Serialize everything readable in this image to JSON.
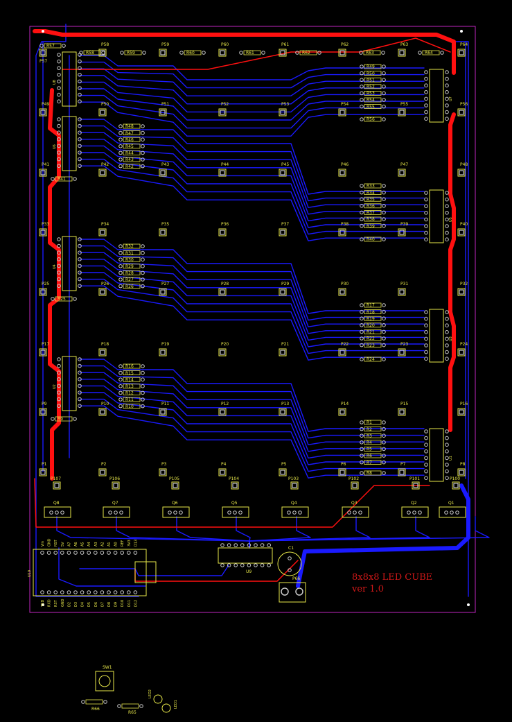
{
  "board": {
    "title_line1": "8x8x8 LED CUBE",
    "title_line2": "ver 1.0",
    "colors": {
      "outline": "#c026c0",
      "top_copper": "#ff1010",
      "bottom_copper": "#1a1aff",
      "silkscreen": "#e8e84a",
      "pad": "#c8c8c8",
      "background": "#000000"
    }
  },
  "headers": {
    "top_row": [
      "P58",
      "P59",
      "P60",
      "P61",
      "P62",
      "P63",
      "P64"
    ],
    "row_49": [
      "P49",
      "P50",
      "P51",
      "P52",
      "P53",
      "P54",
      "P55",
      "P56"
    ],
    "row_41": [
      "P41",
      "P42",
      "P43",
      "P44",
      "P45",
      "P46",
      "P47",
      "P48"
    ],
    "row_33": [
      "P33",
      "P34",
      "P35",
      "P36",
      "P37",
      "P38",
      "P39",
      "P40"
    ],
    "row_25": [
      "P25",
      "P26",
      "P27",
      "P28",
      "P29",
      "P30",
      "P31",
      "P32"
    ],
    "row_17": [
      "P17",
      "P18",
      "P19",
      "P20",
      "P21",
      "P22",
      "P23",
      "P24"
    ],
    "row_9": [
      "P9",
      "P10",
      "P11",
      "P12",
      "P13",
      "P14",
      "P15",
      "P16"
    ],
    "row_1": [
      "P1",
      "P2",
      "P3",
      "P4",
      "P5",
      "P6",
      "P7",
      "P8"
    ],
    "layer_pads": [
      "P107",
      "P106",
      "P105",
      "P104",
      "P103",
      "P102",
      "P101",
      "P100"
    ],
    "p57": "P57",
    "p66": "P66"
  },
  "transistors": [
    "Q8",
    "Q7",
    "Q6",
    "Q5",
    "Q4",
    "Q3",
    "Q2",
    "Q1"
  ],
  "chips": {
    "left": [
      "U8",
      "U6",
      "U4",
      "U2"
    ],
    "right": [
      "U7",
      "U5",
      "U3",
      "U1"
    ],
    "u9": "U9",
    "u10": "U10",
    "c1": "C1"
  },
  "resistors": {
    "top_row": [
      "R58",
      "R59",
      "R60",
      "R61",
      "R62",
      "R63",
      "R64"
    ],
    "r57": "R57",
    "left_49": [
      "R48",
      "R47",
      "R46",
      "R45",
      "R44",
      "R43",
      "R42"
    ],
    "r41": "R41",
    "left_33": [
      "R32",
      "R31",
      "R30",
      "R29",
      "R28",
      "R27",
      "R26"
    ],
    "r25": "R25",
    "left_17": [
      "R16",
      "R15",
      "R14",
      "R13",
      "R12",
      "R11",
      "R10"
    ],
    "r9": "R9",
    "right_u7": [
      "R49",
      "R50",
      "R51",
      "R52",
      "R53",
      "R54",
      "R55"
    ],
    "r56": "R56",
    "right_u5": [
      "R33",
      "R34",
      "R35",
      "R36",
      "R37",
      "R38",
      "R39"
    ],
    "r40": "R40",
    "right_u3": [
      "R17",
      "R18",
      "R19",
      "R20",
      "R21",
      "R22",
      "R23"
    ],
    "r24": "R24",
    "right_u1": [
      "R1",
      "R2",
      "R3",
      "R4",
      "R5",
      "R6",
      "R7"
    ],
    "r8": "R8"
  },
  "arduino_top_pins": [
    "Vin",
    "GND",
    "RST",
    "5V",
    "A7",
    "A6",
    "A5",
    "A4",
    "A3",
    "A2",
    "A1",
    "A0",
    "REF",
    "3V3",
    "D13"
  ],
  "arduino_bottom_pins": [
    "TXD",
    "RXD",
    "RST",
    "GND",
    "D2",
    "D3",
    "D4",
    "D5",
    "D6",
    "D7",
    "D8",
    "D9",
    "D10",
    "D11",
    "D12"
  ],
  "extras": {
    "sw1": "SW1",
    "r66": "R66",
    "r65": "R65",
    "led2": "LED2",
    "led1": "LED1"
  }
}
